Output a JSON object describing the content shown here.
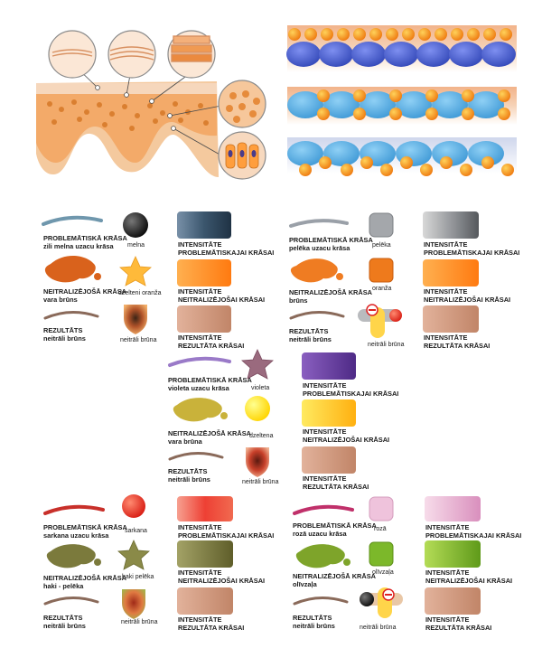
{
  "groups": [
    {
      "id": "black",
      "rows": [
        {
          "label1": "PROBLEMĀTISKĀ KRĀSA",
          "label2": "zili melna uzacu krāsa",
          "swatch_label": "melna",
          "bar_label1": "INTENSITĀTE",
          "bar_label2": "PROBLEMĀTISKAJAI KRĀSAI"
        },
        {
          "label1": "NEITRALIZĒJOŠĀ KRĀSA",
          "label2": "vara brūns",
          "swatch_label": "dzelteni oranža",
          "bar_label1": "INTENSITĀTE",
          "bar_label2": "NEITRALIZĒJOŠAI KRĀSAI"
        },
        {
          "label1": "REZULTĀTS",
          "label2": "neitrāli brūns",
          "swatch_label": "neitrāli brūna",
          "bar_label1": "INTENSITĀTE",
          "bar_label2": "REZULTĀTA KRĀSAI"
        }
      ]
    },
    {
      "id": "gray",
      "rows": [
        {
          "label1": "PROBLEMĀTISKĀ KRĀSA",
          "label2": "pelēka uzacu krāsa",
          "swatch_label": "pelēka",
          "bar_label1": "INTENSITĀTE",
          "bar_label2": "PROBLEMĀTISKAJAI KRĀSAI"
        },
        {
          "label1": "NEITRALIZĒJOŠĀ KRĀSA",
          "label2": "brūns",
          "swatch_label": "oranža",
          "bar_label1": "INTENSITĀTE",
          "bar_label2": "NEITRALIZĒJOŠAI KRĀSAI"
        },
        {
          "label1": "REZULTĀTS",
          "label2": "neitrāli brūns",
          "swatch_label": "neitrāli brūna",
          "bar_label1": "INTENSITĀTE",
          "bar_label2": "REZULTĀTA KRĀSAI"
        }
      ]
    },
    {
      "id": "violet",
      "rows": [
        {
          "label1": "PROBLEMĀTISKĀ KRĀSA",
          "label2": "violeta uzacu krāsa",
          "swatch_label": "violeta",
          "bar_label1": "INTENSITĀTE",
          "bar_label2": "PROBLEMĀTISKAJAI KRĀSAI"
        },
        {
          "label1": "NEITRALIZĒJOŠĀ KRĀSA",
          "label2": "vara brūna",
          "swatch_label": "dzeltena",
          "bar_label1": "INTENSITĀTE",
          "bar_label2": "NEITRALIZĒJOŠAI KRĀSAI"
        },
        {
          "label1": "REZULTĀTS",
          "label2": "neitrāli brūns",
          "swatch_label": "neitrāli brūna",
          "bar_label1": "INTENSITĀTE",
          "bar_label2": "REZULTĀTA KRĀSAI"
        }
      ]
    },
    {
      "id": "red",
      "rows": [
        {
          "label1": "PROBLEMĀTISKĀ KRĀSA",
          "label2": "sarkana uzacu krāsa",
          "swatch_label": "sarkana",
          "bar_label1": "INTENSITĀTE",
          "bar_label2": "PROBLEMĀTISKAJAI KRĀSAI"
        },
        {
          "label1": "NEITRALIZĒJOŠĀ KRĀSA",
          "label2": "haki - pelēka",
          "swatch_label": "haki pelēka",
          "bar_label1": "INTENSITĀTE",
          "bar_label2": "NEITRALIZĒJOŠAI KRĀSAI"
        },
        {
          "label1": "REZULTĀTS",
          "label2": "neitrāli brūns",
          "swatch_label": "neitrāli brūna",
          "bar_label1": "INTENSITĀTE",
          "bar_label2": "REZULTĀTA KRĀSAI"
        }
      ]
    },
    {
      "id": "pink",
      "rows": [
        {
          "label1": "PROBLEMĀTISKĀ KRĀSA",
          "label2": "rozā uzacu krāsa",
          "swatch_label": "rozā",
          "bar_label1": "INTENSITĀTE",
          "bar_label2": "PROBLEMĀTISKAJAI KRĀSAI"
        },
        {
          "label1": "NEITRALIZĒJOŠĀ KRĀSA",
          "label2": "olīvzaļa",
          "swatch_label": "olīvzaļa",
          "bar_label1": "INTENSITĀTE",
          "bar_label2": "NEITRALIZĒJOŠAI KRĀSAI"
        },
        {
          "label1": "REZULTĀTS",
          "label2": "neitrāli brūns",
          "swatch_label": "neitrāli brūna",
          "bar_label1": "INTENSITĀTE",
          "bar_label2": "REZULTĀTA KRĀSAI"
        }
      ]
    }
  ],
  "colors": {
    "black": "#1b1b1b",
    "steel": "#3f5a72",
    "orange": "#ff8a1c",
    "copper": "#d9641e",
    "brown_bar": "#c9917a",
    "brown_stroke": "#8a6a5a",
    "gray": "#8f9398",
    "violet": "#6a3fa0",
    "yellow": "#ffe227",
    "olive_yellow": "#c9b23a",
    "red": "#e9302a",
    "khaki": "#7b7a3c",
    "pink": "#e5a5cc",
    "olive_green": "#86b82c"
  }
}
